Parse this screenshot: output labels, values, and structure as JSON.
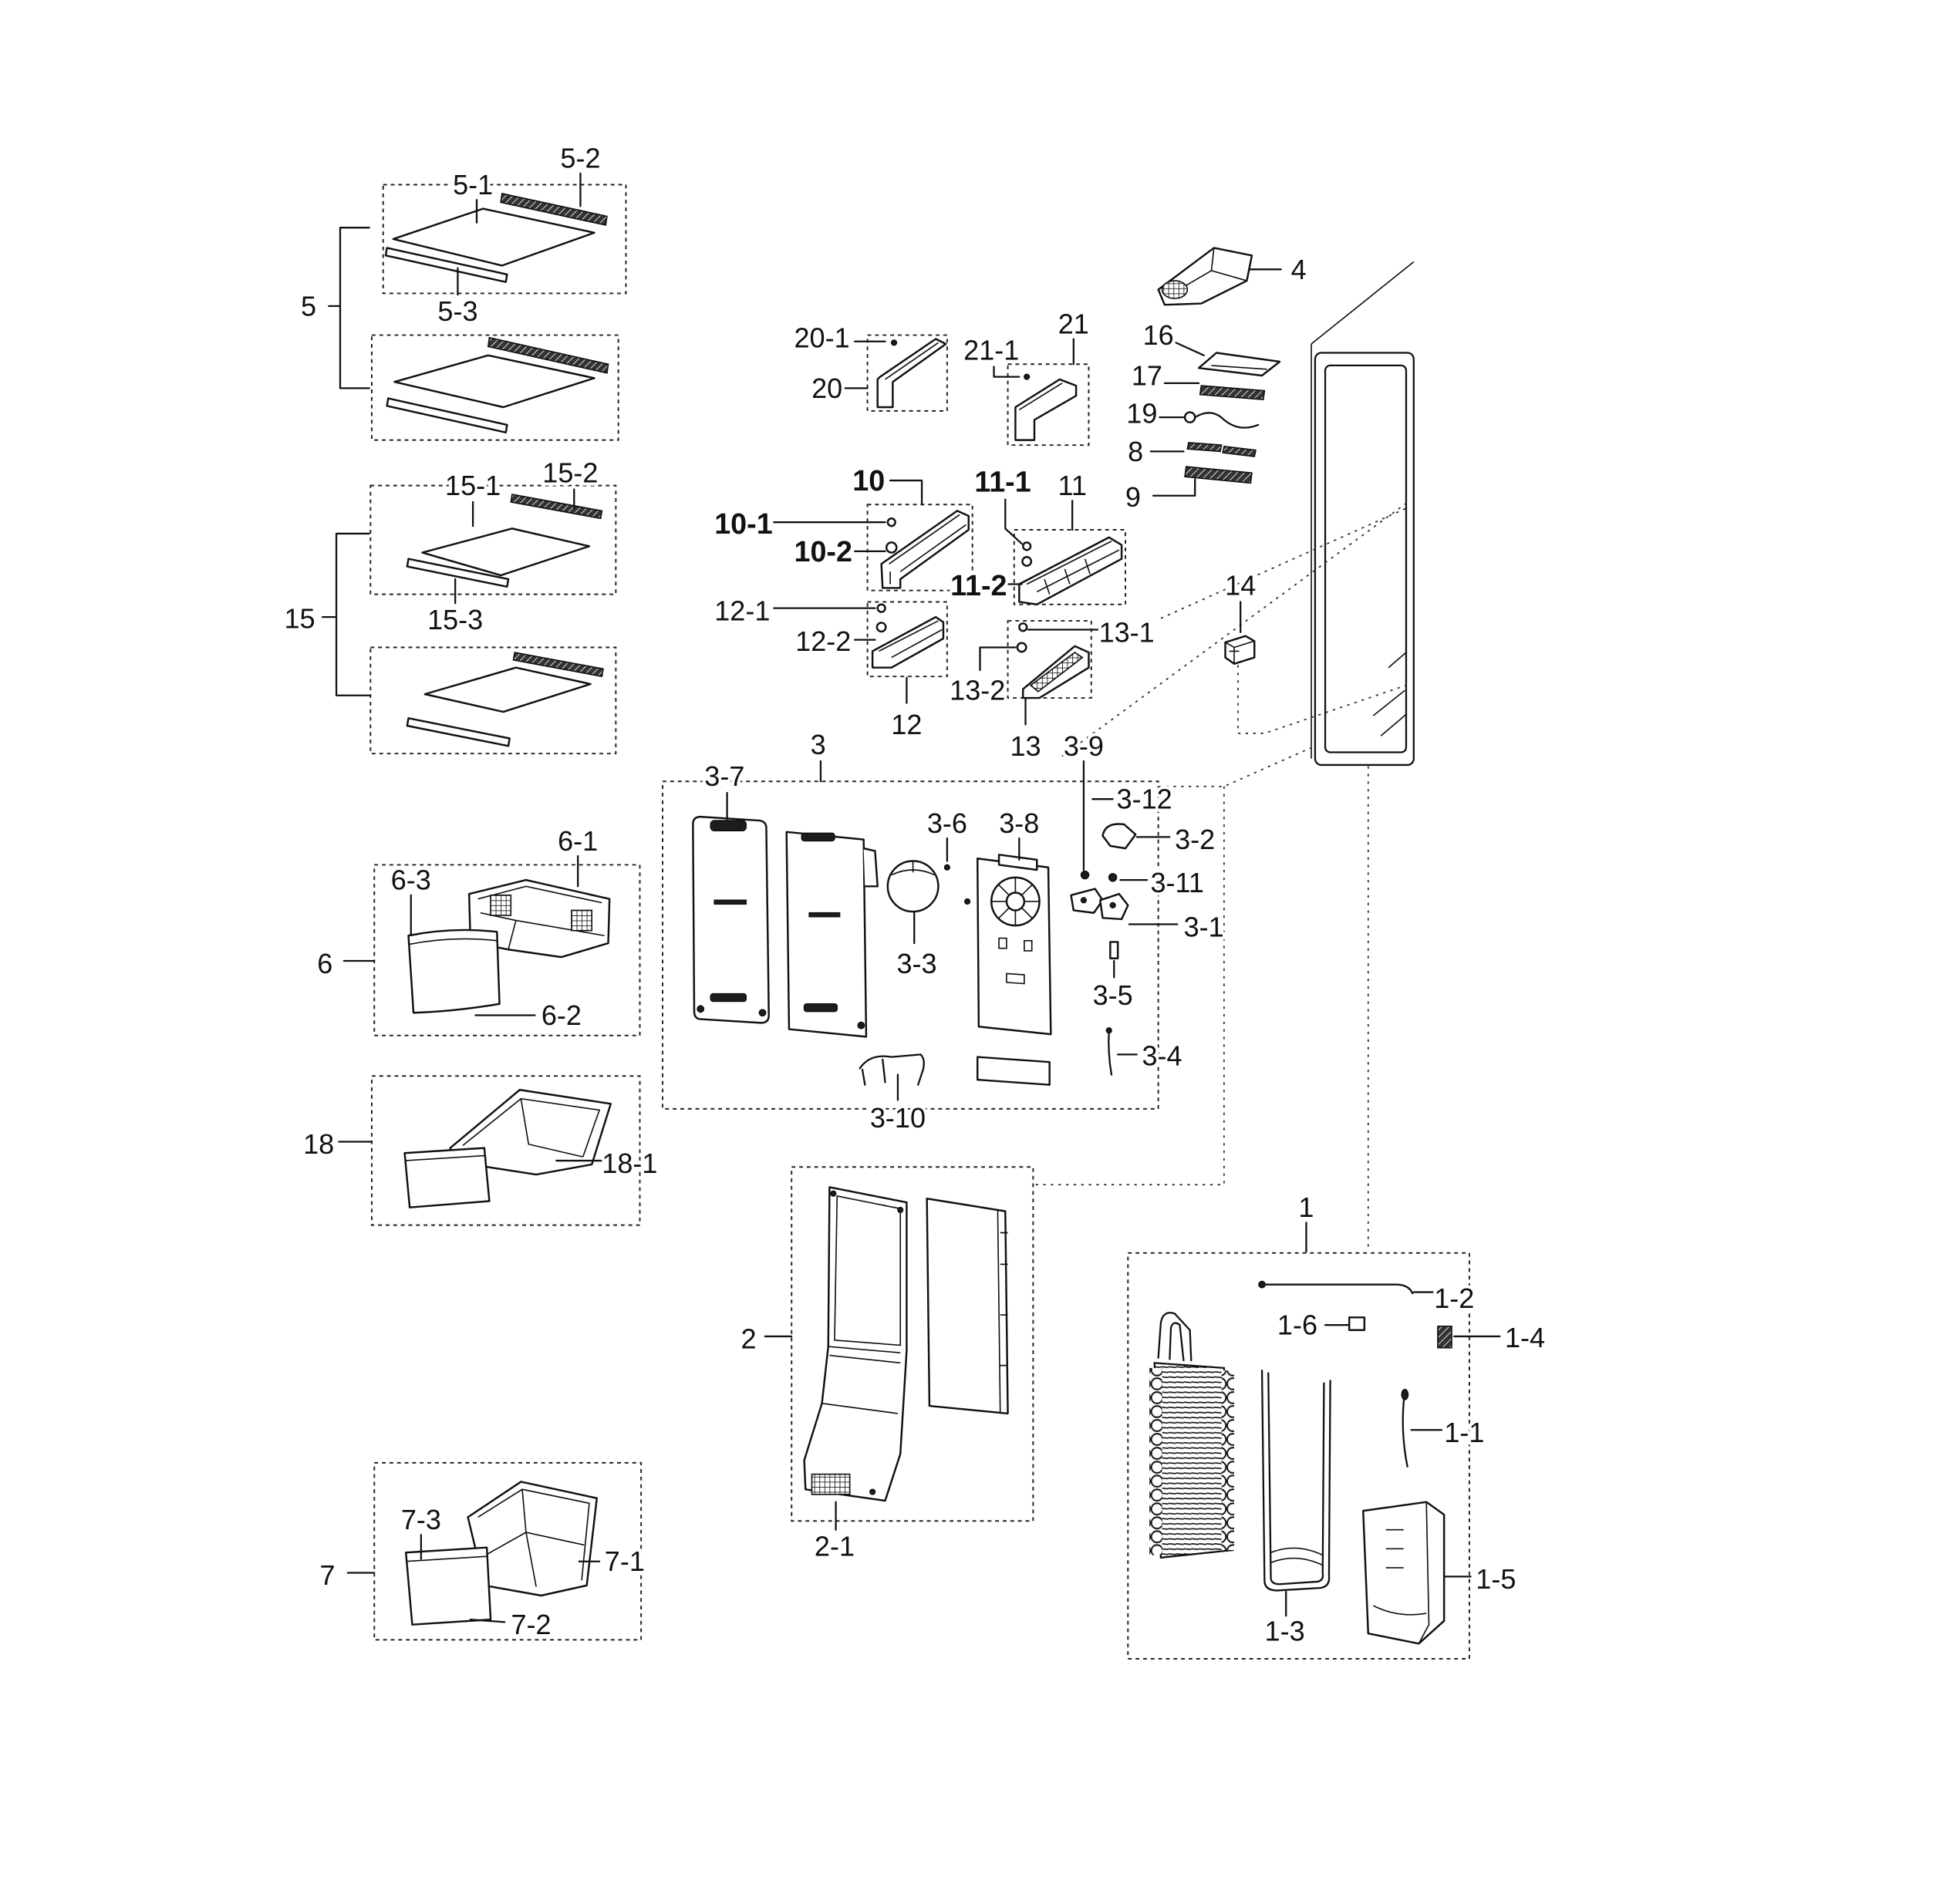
{
  "callouts": {
    "group_1": {
      "label": "1",
      "parts": [
        "1-1",
        "1-2",
        "1-3",
        "1-4",
        "1-5",
        "1-6"
      ]
    },
    "group_2": {
      "label": "2",
      "parts": [
        "2-1"
      ]
    },
    "group_3": {
      "label": "3",
      "parts": [
        "3-1",
        "3-2",
        "3-3",
        "3-4",
        "3-5",
        "3-6",
        "3-7",
        "3-8",
        "3-9",
        "3-10",
        "3-11",
        "3-12"
      ]
    },
    "group_4": {
      "label": "4"
    },
    "group_5": {
      "label": "5",
      "parts": [
        "5-1",
        "5-2",
        "5-3"
      ]
    },
    "group_6": {
      "label": "6",
      "parts": [
        "6-1",
        "6-2",
        "6-3"
      ]
    },
    "group_7": {
      "label": "7",
      "parts": [
        "7-1",
        "7-2",
        "7-3"
      ]
    },
    "group_8": {
      "label": "8"
    },
    "group_9": {
      "label": "9"
    },
    "group_10": {
      "label": "10",
      "parts": [
        "10-1",
        "10-2"
      ]
    },
    "group_11": {
      "label": "11",
      "parts": [
        "11-1",
        "11-2"
      ]
    },
    "group_12": {
      "label": "12",
      "parts": [
        "12-1",
        "12-2"
      ]
    },
    "group_13": {
      "label": "13",
      "parts": [
        "13-1",
        "13-2"
      ]
    },
    "group_14": {
      "label": "14"
    },
    "group_15": {
      "label": "15",
      "parts": [
        "15-1",
        "15-2",
        "15-3"
      ]
    },
    "group_16": {
      "label": "16"
    },
    "group_17": {
      "label": "17"
    },
    "group_18": {
      "label": "18",
      "parts": [
        "18-1"
      ]
    },
    "group_19": {
      "label": "19"
    },
    "group_20": {
      "label": "20",
      "parts": [
        "20-1"
      ]
    },
    "group_21": {
      "label": "21",
      "parts": [
        "21-1"
      ]
    }
  },
  "colors": {
    "ink": "#111111",
    "background": "#ffffff"
  }
}
